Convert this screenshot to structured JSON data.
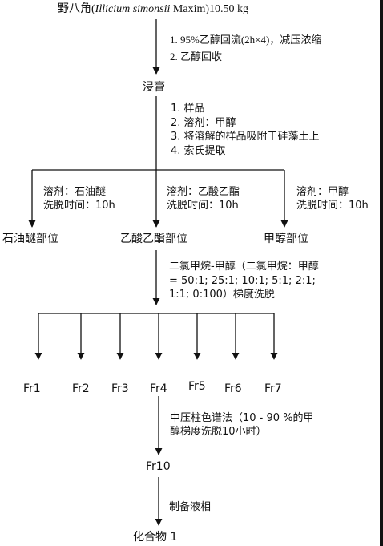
{
  "start": {
    "name": "野八角",
    "latin": "Illicium simonsii",
    "author": "Maxim",
    "amount": "10.50 kg"
  },
  "step1": {
    "line1": "1. 95%乙醇回流(2h×4)，减压浓缩",
    "line2": "2. 乙醇回收"
  },
  "extract": "浸膏",
  "step2": {
    "line1": "1. 样品",
    "line2": "2. 溶剂：甲醇",
    "line3": "3. 将溶解的样品吸附于硅藻土上",
    "line4": "4. 索氏提取"
  },
  "soxhlet": {
    "left": {
      "solvent": "溶剂：石油醚",
      "time": "洗脱时间：10h"
    },
    "middle": {
      "solvent": "溶剂：乙酸乙酯",
      "time": "洗脱时间：10h"
    },
    "right": {
      "solvent": "溶剂：甲醇",
      "time": "洗脱时间：10h"
    }
  },
  "parts": {
    "pe": "石油醚部位",
    "ea": "乙酸乙酯部位",
    "meoh": "甲醇部位"
  },
  "gradient": {
    "line1": "二氯甲烷-甲醇（二氯甲烷：甲醇",
    "line2": "= 50:1; 25:1; 10:1; 5:1; 2:1;",
    "line3": "1:1; 0:100）梯度洗脱"
  },
  "fractions": [
    "Fr1",
    "Fr2",
    "Fr3",
    "Fr4",
    "Fr5",
    "Fr6",
    "Fr7"
  ],
  "mplc": {
    "line1": "中压柱色谱法（10 - 90 %的甲",
    "line2": "醇梯度洗脱10小时）"
  },
  "fr10": "Fr10",
  "prep": "制备液相",
  "compound": "化合物 1"
}
